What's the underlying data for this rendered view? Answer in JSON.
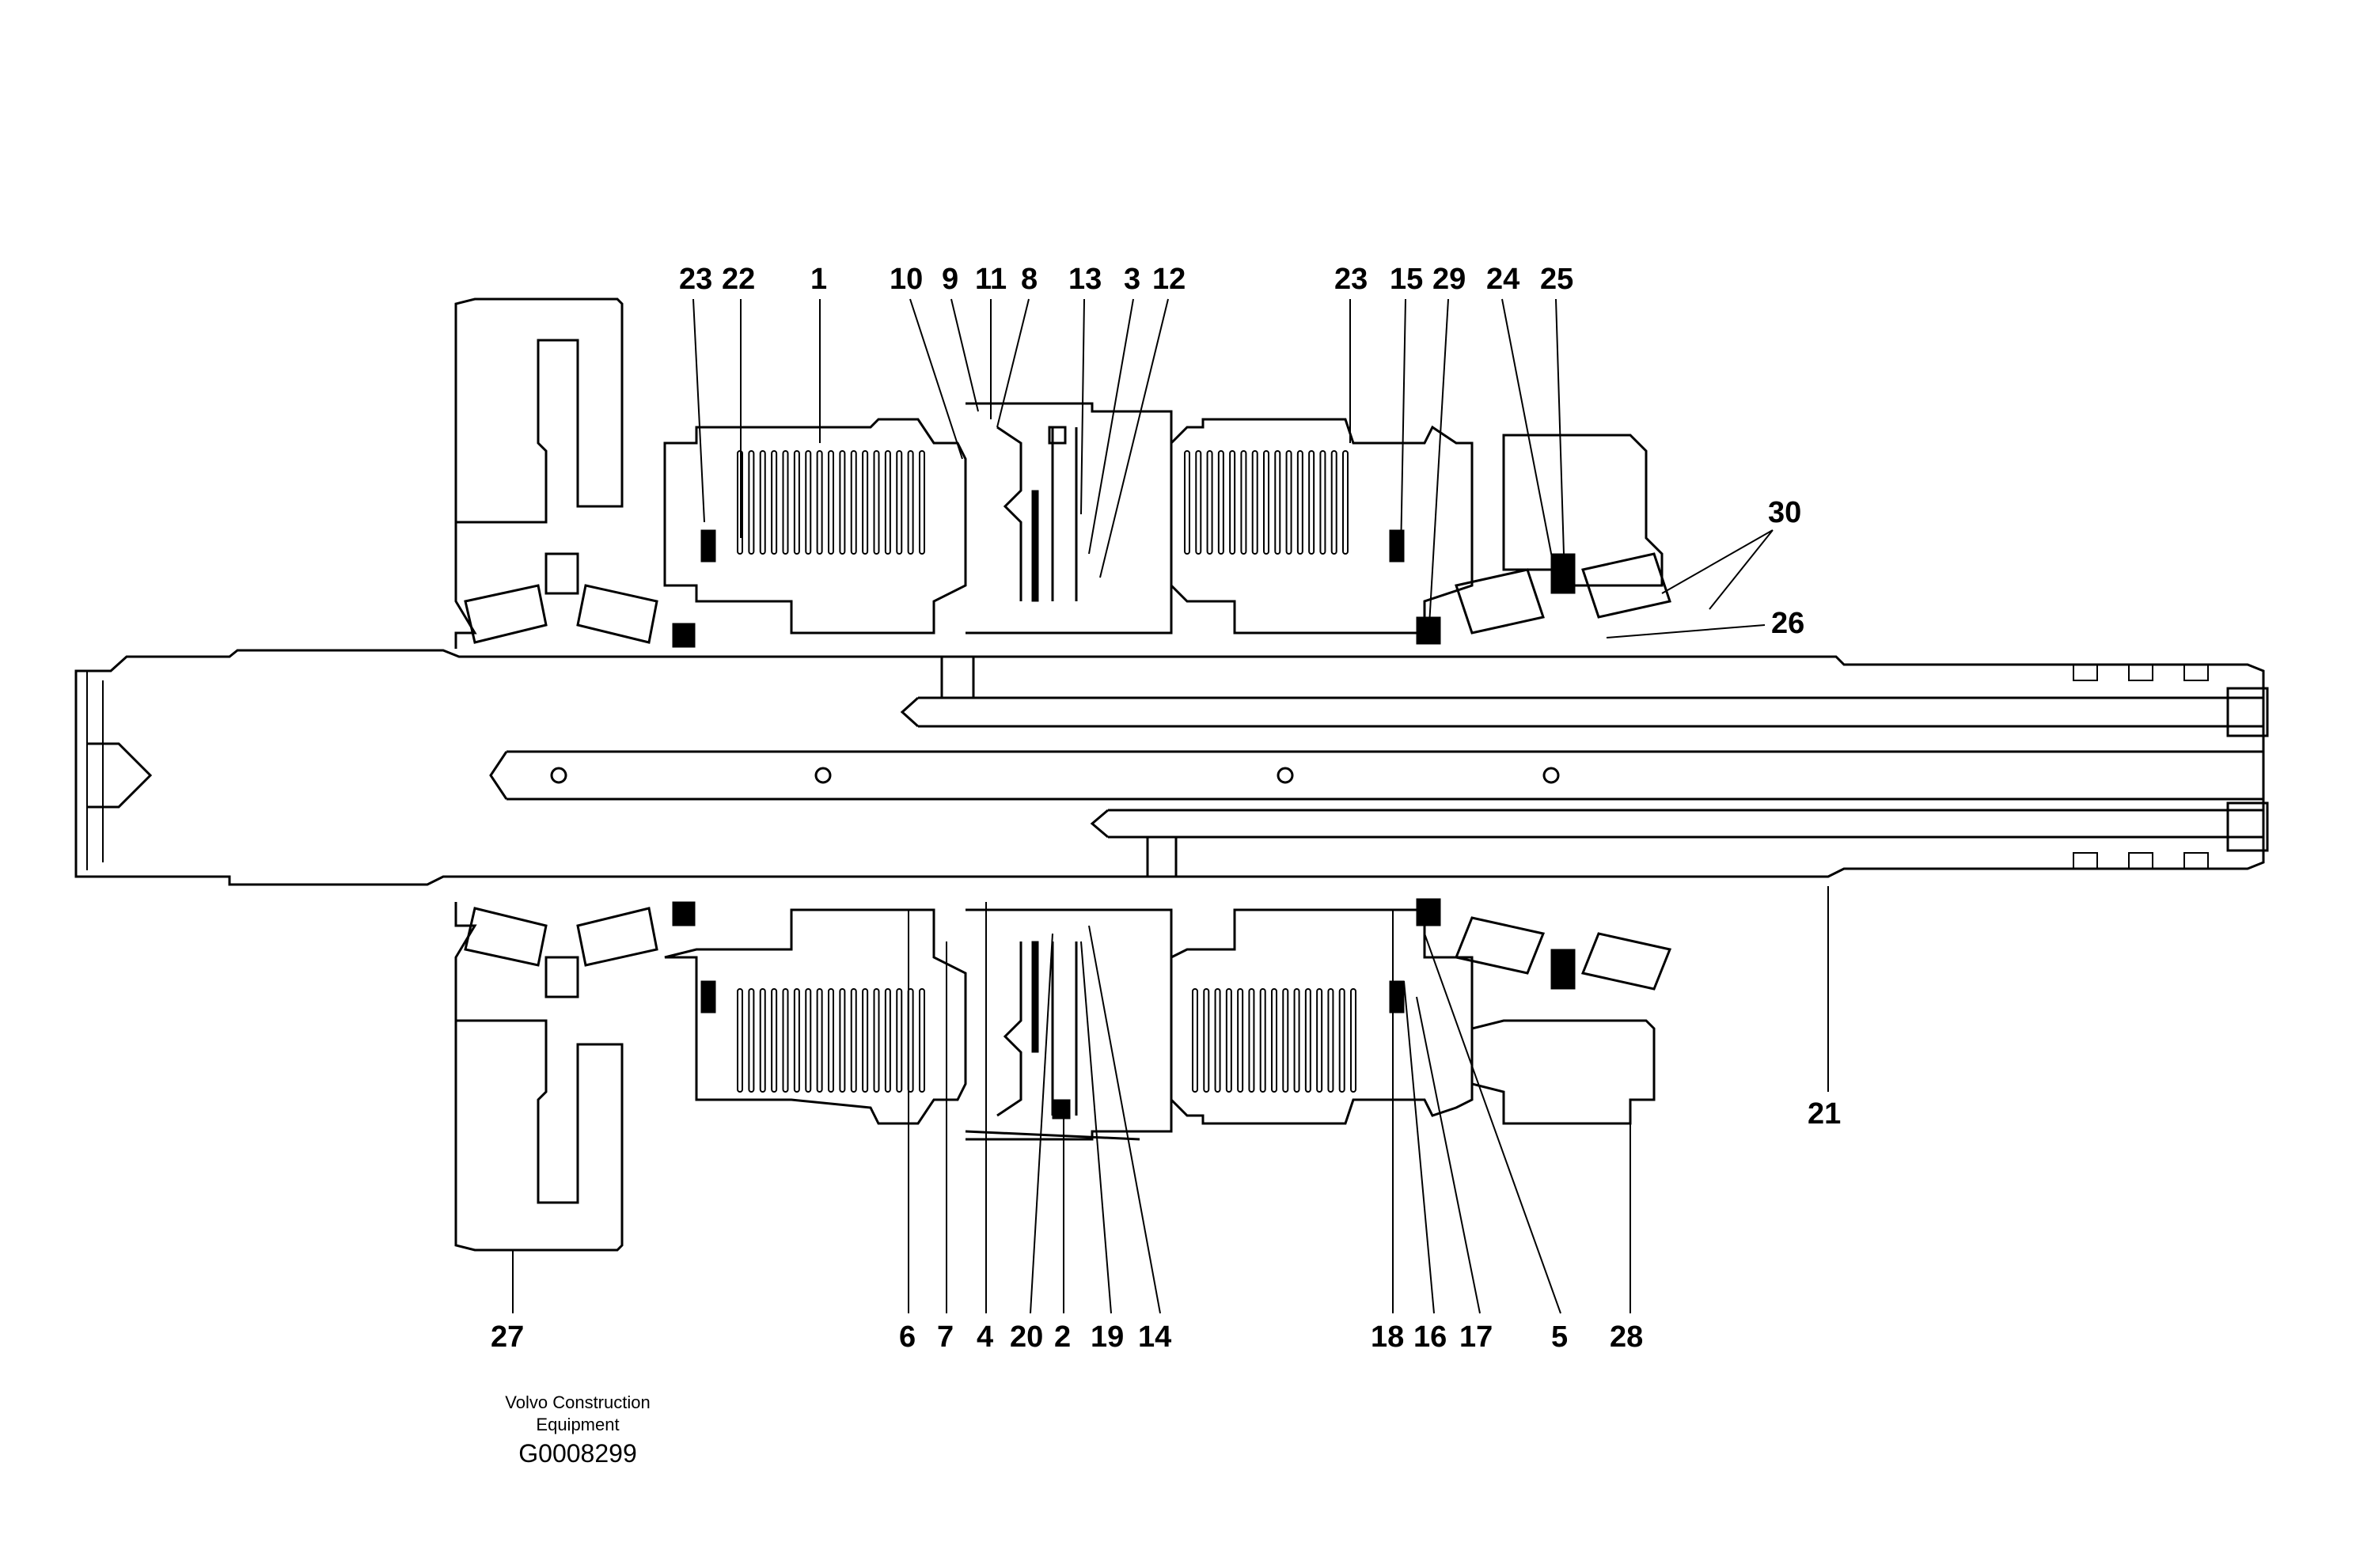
{
  "figure": {
    "top_labels": [
      "23",
      "22",
      "1",
      "10",
      "9",
      "11",
      "8",
      "13",
      "3",
      "12",
      "23",
      "15",
      "29",
      "24",
      "25"
    ],
    "right_labels": [
      "30",
      "26",
      "21"
    ],
    "bottom_labels": [
      "27",
      "6",
      "7",
      "4",
      "20",
      "2",
      "19",
      "14",
      "18",
      "16",
      "17",
      "5",
      "28"
    ],
    "caption": {
      "company_line1": "Volvo Construction",
      "company_line2": "Equipment",
      "code": "G0008299"
    }
  }
}
